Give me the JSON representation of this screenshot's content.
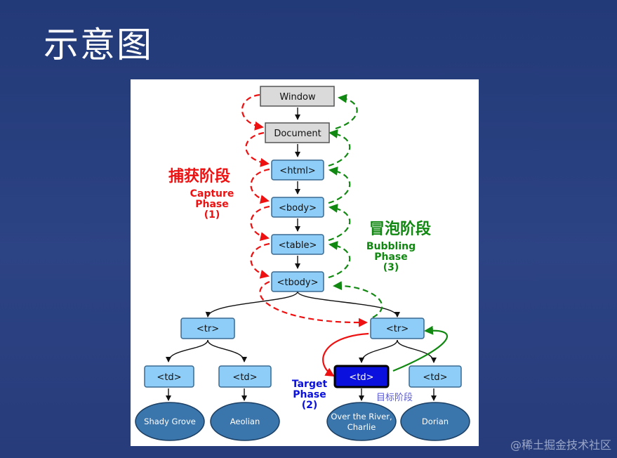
{
  "slide": {
    "title": "示意图"
  },
  "watermark": "@稀土掘金技术社区",
  "diagram": {
    "nodes": {
      "window": "Window",
      "document": "Document",
      "html": "<html>",
      "body": "<body>",
      "table": "<table>",
      "tbody": "<tbody>",
      "tr_left": "<tr>",
      "tr_right": "<tr>",
      "td_1": "<td>",
      "td_2": "<td>",
      "td_target": "<td>",
      "td_4": "<td>"
    },
    "leaves": {
      "leaf_1": "Shady Grove",
      "leaf_2": "Aeolian",
      "leaf_3_line1": "Over the River,",
      "leaf_3_line2": "Charlie",
      "leaf_4": "Dorian"
    },
    "capture": {
      "cn": "捕获阶段",
      "line1": "Capture",
      "line2": "Phase",
      "line3": "(1)"
    },
    "bubbling": {
      "cn": "冒泡阶段",
      "line1": "Bubbling",
      "line2": "Phase",
      "line3": "(3)"
    },
    "target": {
      "cn": "目标阶段",
      "line1": "Target",
      "line2": "Phase",
      "line3": "(2)"
    },
    "colors": {
      "capture": "#ee1111",
      "bubbling": "#118811",
      "target": "#0a10dd",
      "node_fill": "#8ecdf7",
      "leaf_fill": "#3a76ac"
    }
  }
}
